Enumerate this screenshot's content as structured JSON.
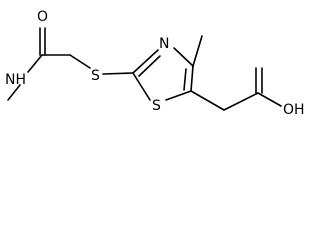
{
  "molecule": {
    "atoms": {
      "carbonyl_oxygen": "O",
      "amide_nitrogen": "NH",
      "thioether_sulfur": "S",
      "ring_nitrogen": "N",
      "ring_sulfur": "S",
      "hydroxyl": "OH"
    }
  },
  "colors": {
    "bond": "#000000",
    "label": "#000000",
    "background": "#ffffff"
  }
}
